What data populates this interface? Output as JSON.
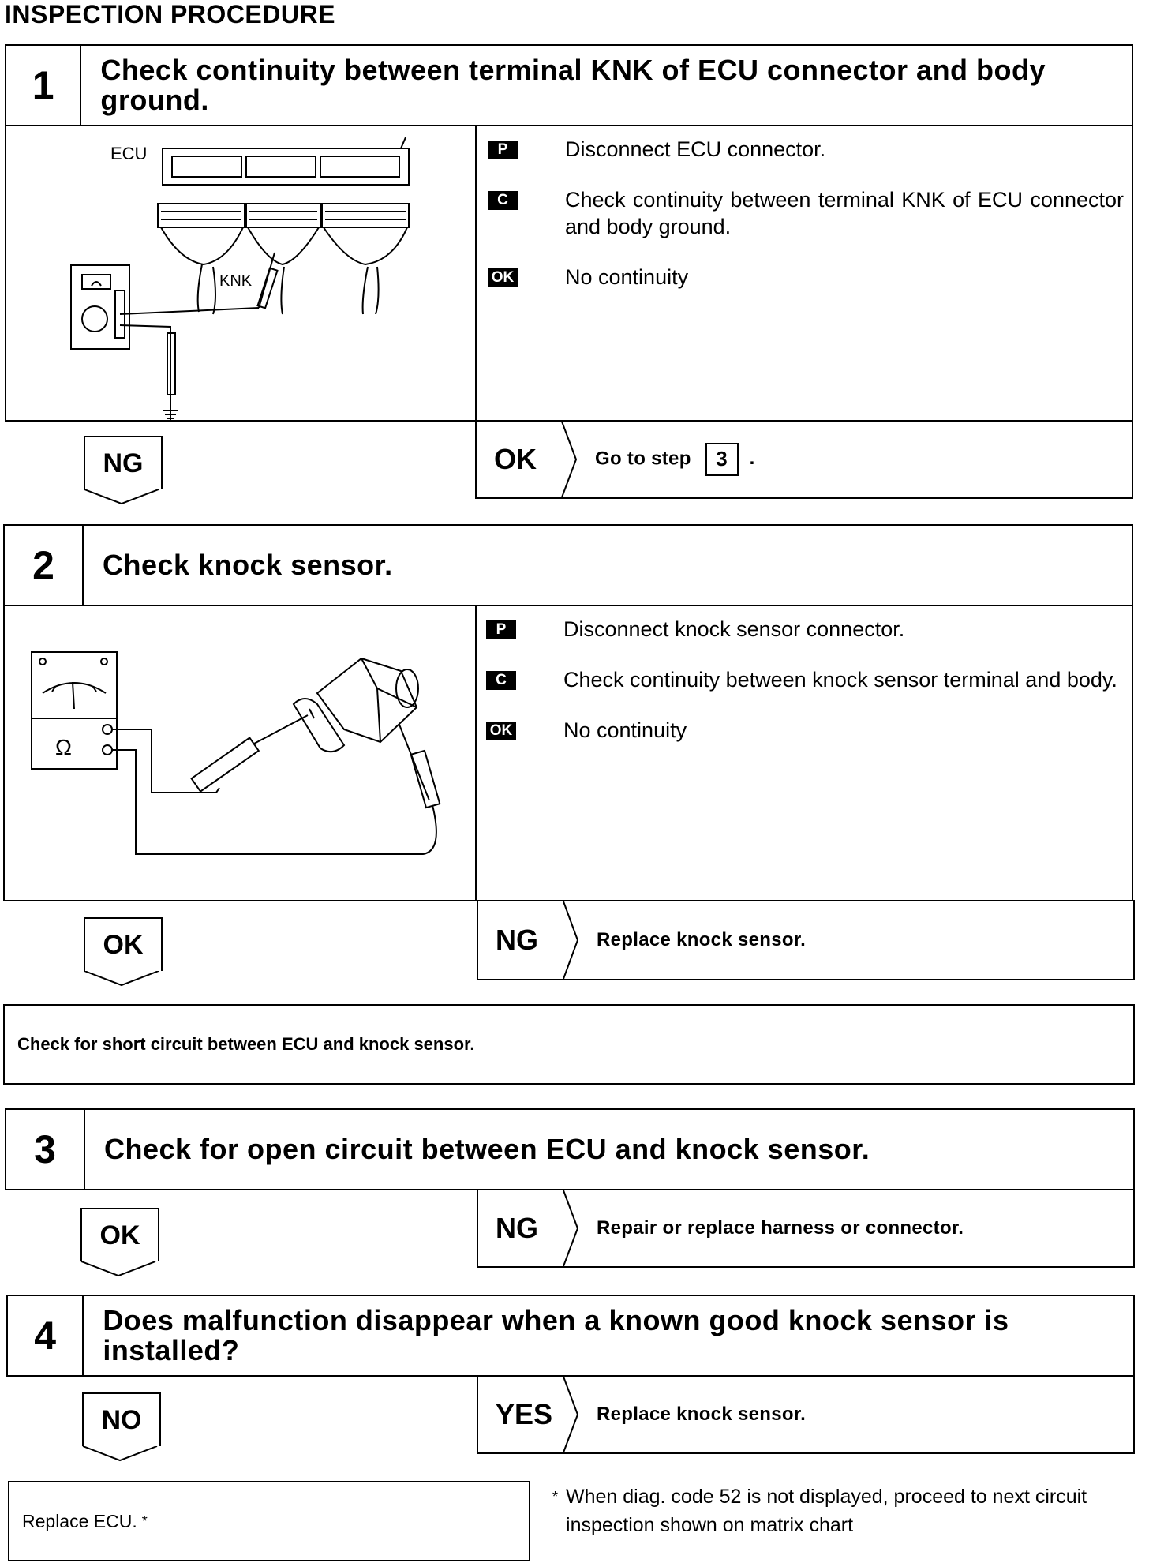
{
  "page_title": "INSPECTION PROCEDURE",
  "steps": [
    {
      "number": "1",
      "title": "Check continuity between terminal KNK of ECU connector and body ground.",
      "figure_labels": [
        "ECU",
        "KNK"
      ],
      "instructions": [
        {
          "tag": "P",
          "text": "Disconnect ECU connector."
        },
        {
          "tag": "C",
          "text": "Check continuity between terminal KNK of ECU connector and body ground."
        },
        {
          "tag": "OK",
          "text": "No continuity"
        }
      ],
      "down_flag": "NG",
      "result": {
        "key": "OK",
        "text": "Go to step",
        "ref": "3",
        "suffix": "."
      }
    },
    {
      "number": "2",
      "title": "Check knock sensor.",
      "instructions": [
        {
          "tag": "P",
          "text": "Disconnect knock sensor connector."
        },
        {
          "tag": "C",
          "text": "Check continuity between knock sensor terminal and body."
        },
        {
          "tag": "OK",
          "text": "No continuity"
        }
      ],
      "down_flag": "OK",
      "result": {
        "key": "NG",
        "text": "Replace knock sensor."
      }
    },
    {
      "number": "3",
      "title": "Check for open circuit between ECU and knock sensor.",
      "down_flag": "OK",
      "result": {
        "key": "NG",
        "text": "Repair or replace harness or connector."
      }
    },
    {
      "number": "4",
      "title": "Does malfunction disappear when a known good knock sensor is installed?",
      "down_flag": "NO",
      "result": {
        "key": "YES",
        "text": "Replace knock sensor."
      }
    }
  ],
  "short_circuit_box": "Check for short circuit between ECU and knock sensor.",
  "replace_ecu_box": "Replace ECU.",
  "asterisk": "*",
  "footnote": "When diag. code 52 is not displayed, proceed to next circuit inspection shown on matrix chart"
}
